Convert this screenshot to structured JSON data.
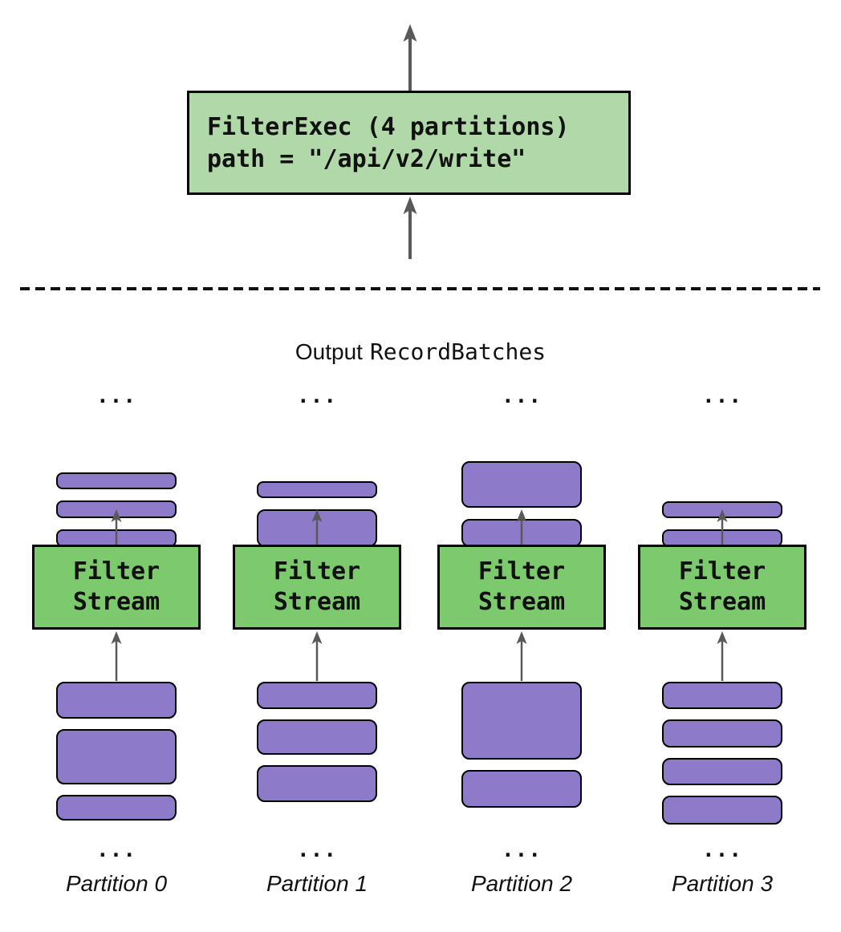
{
  "colors": {
    "exec_box_fill": "#b1d8a8",
    "stream_box_fill": "#7dc96e",
    "batch_fill": "#8d7ac8",
    "arrow": "#595959",
    "line": "#111111"
  },
  "exec_box": {
    "line1": "FilterExec (4 partitions)",
    "line2": "path = \"/api/v2/write\""
  },
  "output_label": {
    "prefix": "Output",
    "mono": "RecordBatches"
  },
  "filter_stream": {
    "line1": "Filter",
    "line2": "Stream"
  },
  "ellipsis": "...",
  "partitions": [
    {
      "label": "Partition 0",
      "output_batches": [
        21,
        22,
        22
      ],
      "input_batches": [
        46,
        69,
        32
      ]
    },
    {
      "label": "Partition 1",
      "output_batches": [
        21,
        47
      ],
      "input_batches": [
        34,
        44,
        46
      ]
    },
    {
      "label": "Partition 2",
      "output_batches": [
        58,
        35
      ],
      "input_batches": [
        97,
        47
      ]
    },
    {
      "label": "Partition 3",
      "output_batches": [
        21,
        22
      ],
      "input_batches": [
        34,
        35,
        34,
        36
      ]
    }
  ]
}
